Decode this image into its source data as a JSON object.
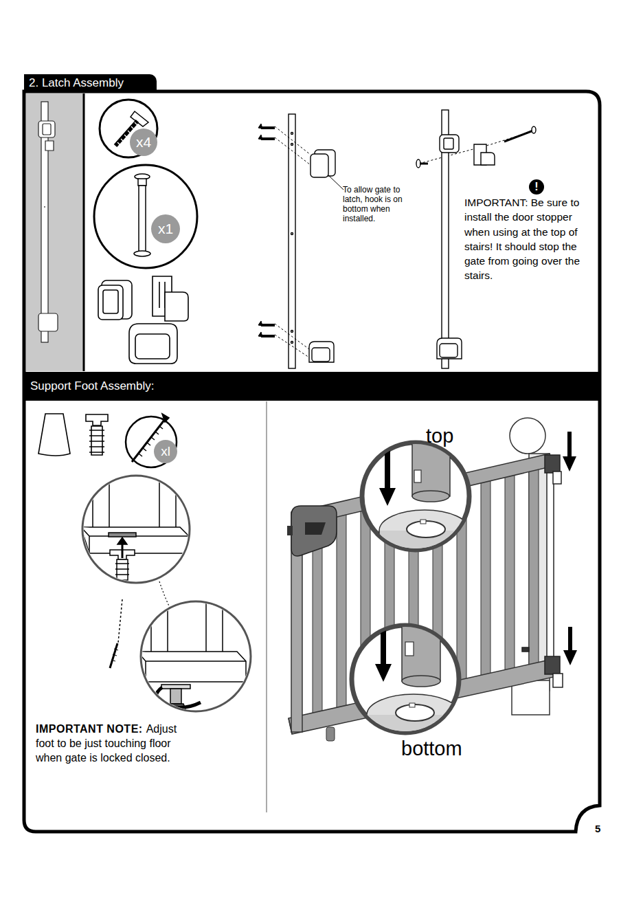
{
  "diagram": {
    "nodes": [
      {
        "text": [
          "2. Latch Assembly"
        ]
      },
      {
        "text": [
          "x4"
        ]
      },
      {
        "text": [
          "x1"
        ]
      },
      {
        "text": [
          "!"
        ]
      },
      {
        "text": [
          "Support Foot Assembly:"
        ]
      },
      {
        "text": [
          "xl"
        ]
      }
    ],
    "labels": [
      "To allow gate to latch, hook is on bottom when installed.",
      "IMPORTANT: Be sure to install the door stopper when using at the top of stairs! It should stop the gate from going over the stairs.",
      "IMPORTANT NOTE:",
      "Adjust foot to be just touching floor when gate is locked closed.",
      "top",
      "bottom",
      "5"
    ]
  }
}
